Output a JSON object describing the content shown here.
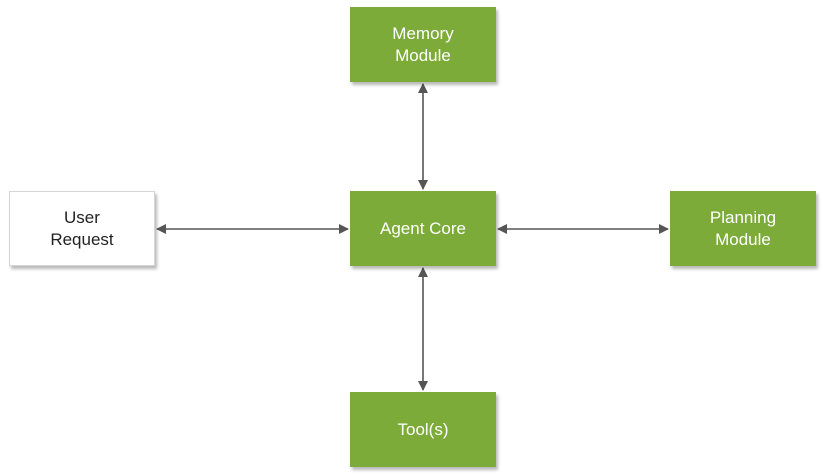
{
  "colors": {
    "module_fill": "#7cab3a",
    "module_text": "#ffffff",
    "input_fill": "#ffffff",
    "input_text": "#222222",
    "connector": "#555555"
  },
  "nodes": {
    "memory": {
      "label": "Memory\nModule"
    },
    "agent": {
      "label": "Agent Core"
    },
    "user": {
      "label": "User\nRequest"
    },
    "planning": {
      "label": "Planning\nModule"
    },
    "tools": {
      "label": "Tool(s)"
    }
  },
  "connections": [
    {
      "from": "agent",
      "to": "memory",
      "style": "bidirectional-arrow"
    },
    {
      "from": "agent",
      "to": "user",
      "style": "bidirectional-arrow"
    },
    {
      "from": "agent",
      "to": "planning",
      "style": "bidirectional-arrow"
    },
    {
      "from": "agent",
      "to": "tools",
      "style": "bidirectional-arrow"
    }
  ]
}
